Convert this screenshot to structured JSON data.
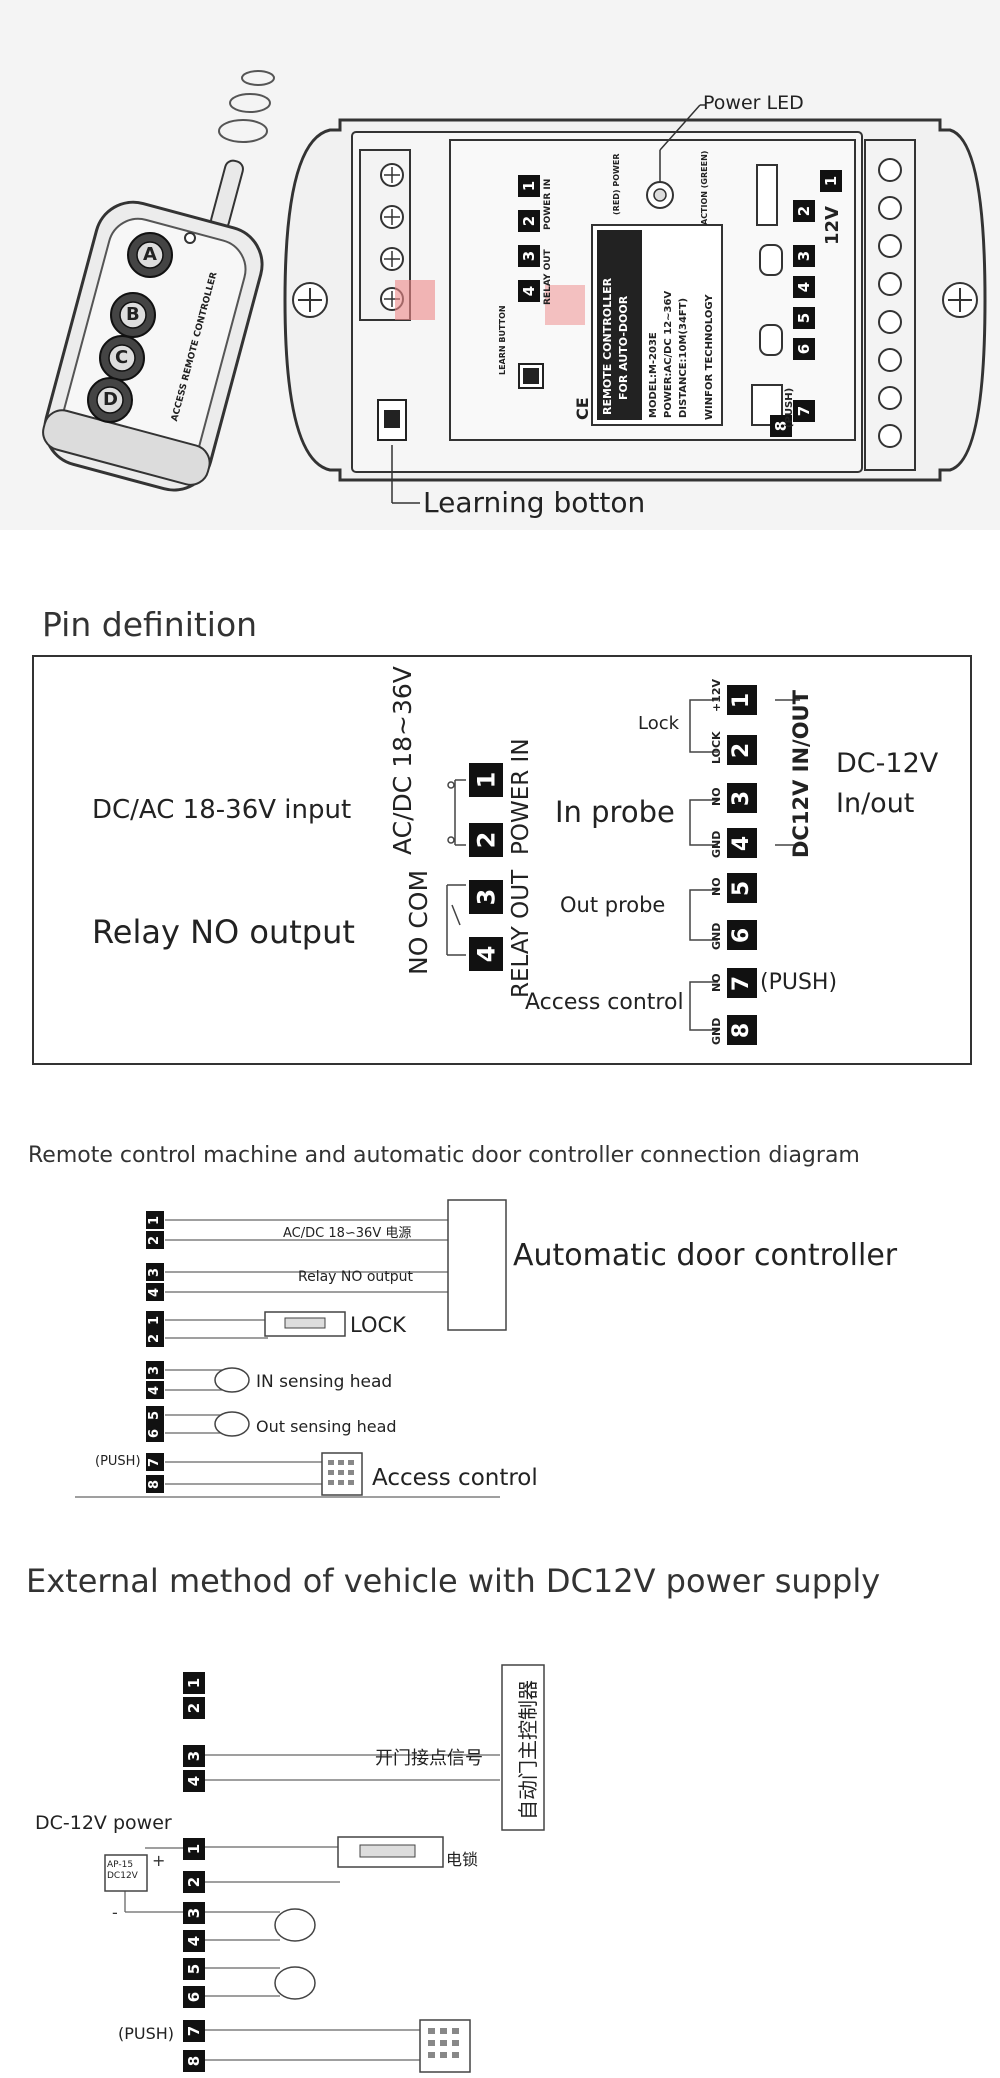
{
  "product": {
    "power_led_label": "Power LED",
    "learning_button_label": "Learning botton",
    "remote_buttons": [
      "A",
      "B",
      "C",
      "D"
    ],
    "remote_brand": "ACCESS REMOTE CONTROLLER",
    "panel_title_lines": [
      "REMOTE CONTROLLER",
      "FOR AUTO-DOOR"
    ],
    "panel_spec_lines": [
      "MODEL:M-203E",
      "POWER:AC/DC 12~36V",
      "DISTANCE:10M(34FT)"
    ],
    "panel_brand": "WINFOR TECHNOLOGY",
    "led_label": "(RED) POWER",
    "action_label": "ACTION (GREEN)",
    "learn_label": "LEARN BUTTON",
    "ce_mark": "CE",
    "v12_label": "12V",
    "push_label": "(PUSH)"
  },
  "pin_definition": {
    "title": "Pin definition",
    "left_labels": {
      "input": "DC/AC 18-36V input",
      "relay": "Relay NO output"
    },
    "left_vertical": {
      "acdc": "AC/DC 18~36V",
      "nocom": "NO COM",
      "relay_out": "RELAY OUT",
      "power_in": "POWER IN"
    },
    "right_labels": {
      "lock": "Lock",
      "in_probe": "In  probe",
      "out_probe": "Out  probe",
      "access": "Access control",
      "push": "(PUSH)",
      "dc12_line1": "DC-12V",
      "dc12_line2": "In/out",
      "dc12_vertical": "DC12V IN/OUT"
    },
    "pin_sub": {
      "p1": "+12V",
      "p2": "LOCK",
      "p3": "NO",
      "p4": "GND",
      "p5": "NO",
      "p6": "GND",
      "p7": "NO",
      "p8": "GND"
    },
    "left_pins": [
      "1",
      "2",
      "3",
      "4"
    ],
    "right_pins": [
      "1",
      "2",
      "3",
      "4",
      "5",
      "6",
      "7",
      "8"
    ]
  },
  "connection": {
    "title": "Remote control machine and automatic door controller connection diagram",
    "controller_label": "Automatic door controller",
    "acdc_line": "AC/DC    18∽36V 电源",
    "relay_line": "Relay NO output",
    "lock": "LOCK",
    "in_head": "IN sensing head",
    "out_head": "Out sensing head",
    "push": "(PUSH)",
    "access": "Access control"
  },
  "vehicle": {
    "title": "External method of vehicle with DC12V power supply",
    "controller_label": "自动门主控制器",
    "signal_label": "开门接点信号",
    "power_label": "DC-12V power",
    "psu_label": "AP-15 DC12V",
    "lock_label": "电锁",
    "push": "(PUSH)"
  }
}
